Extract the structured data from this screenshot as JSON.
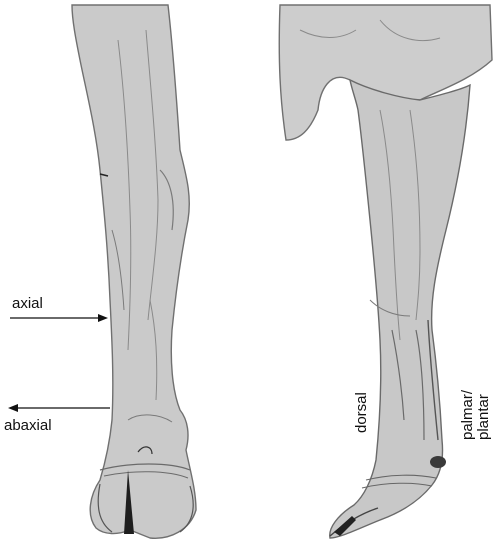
{
  "labels": {
    "axial": "axial",
    "abaxial": "abaxial",
    "dorsal": "dorsal",
    "palmar_line1": "palmar/",
    "palmar_line2": "plantar"
  },
  "colors": {
    "skin_fill": "#c9c9c9",
    "skin_shade": "#b3b3b3",
    "outline": "#6e6e6e",
    "dark_line": "#3f3f3f"
  }
}
